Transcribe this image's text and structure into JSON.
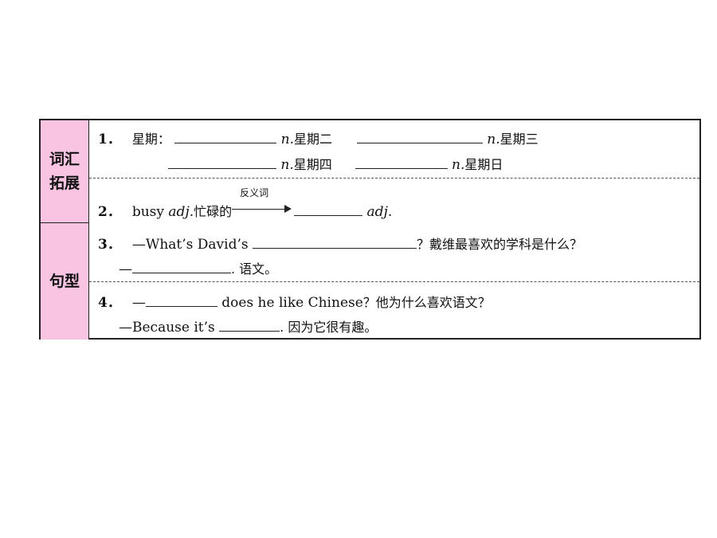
{
  "categories": {
    "vocab": "词汇拓展",
    "sentence": "句型"
  },
  "items": {
    "q1": {
      "num": "1．",
      "label": "星期：",
      "n1": "n.",
      "w1": "星期二",
      "n2": "n.",
      "w2": "星期三",
      "n3": "n.",
      "w3": "星期四",
      "n4": "n.",
      "w4": "星期日"
    },
    "q2": {
      "num": "2．",
      "word": "busy",
      "pos": "adj.",
      "meaning": "忙碌的",
      "arrow_label": "反义词",
      "pos2": "adj."
    },
    "q3": {
      "num": "3．",
      "prefix": "—What’s David’s",
      "q_zh": "？戴维最喜欢的学科是什么？",
      "a_prefix": "—",
      "a_zh": ". 语文。"
    },
    "q4": {
      "num": "4．",
      "prefix": "—",
      "mid": " does he like Chinese",
      "q_zh": "？他为什么喜欢语文？",
      "a_prefix": "—Because it’s",
      "a_zh": ". 因为它很有趣。"
    }
  }
}
